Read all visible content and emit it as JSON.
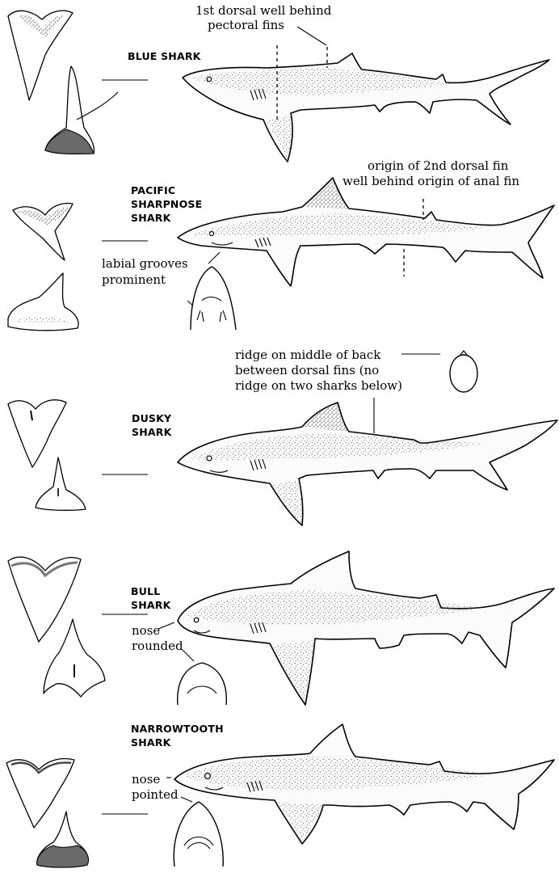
{
  "species": [
    {
      "id": "blue",
      "lines": [
        "BLUE  SHARK"
      ]
    },
    {
      "id": "sharpnose",
      "lines": [
        "PACIFIC",
        "SHARPNOSE",
        "SHARK"
      ]
    },
    {
      "id": "dusky",
      "lines": [
        "DUSKY",
        "SHARK"
      ]
    },
    {
      "id": "bull",
      "lines": [
        "BULL",
        "SHARK"
      ]
    },
    {
      "id": "narrowtooth",
      "lines": [
        "NARROWTOOTH",
        "SHARK"
      ]
    }
  ],
  "notes": {
    "blue_dorsal": [
      "1st dorsal well behind",
      "pectoral fins"
    ],
    "sharpnose_dorsal": [
      "origin of 2nd dorsal fin",
      "well behind origin of anal fin"
    ],
    "sharpnose_labial": [
      "labial grooves",
      "prominent"
    ],
    "dusky_ridge": [
      "ridge on middle of back",
      "between dorsal fins (no",
      "ridge on two sharks below)"
    ],
    "bull_nose": [
      "nose",
      "rounded"
    ],
    "narrowtooth_nose": [
      "nose",
      "pointed"
    ]
  }
}
